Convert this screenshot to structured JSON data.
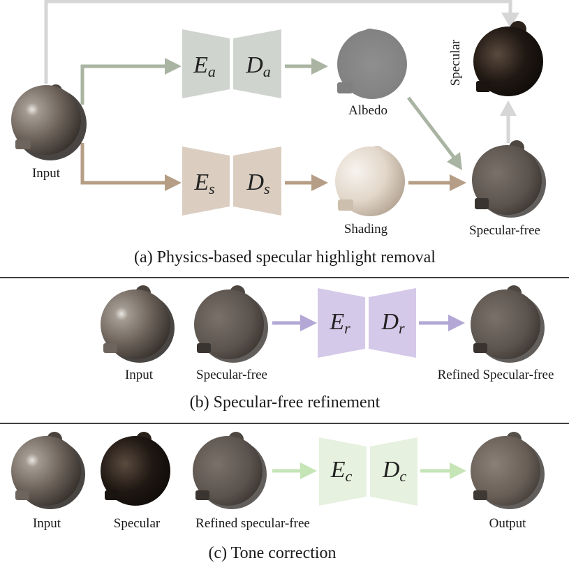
{
  "colors": {
    "albedo_path": "#a9b4a2",
    "shading_path": "#b59e85",
    "gray_path": "#d6d6d6",
    "refine_path": "#b3a7d6",
    "tone_path": "#c6e5b7",
    "net_albedo": "#d0d4cf",
    "net_shading": "#dbcec1",
    "net_refine": "#d5c9e9",
    "net_tone": "#e6f1df",
    "separator": "#000000"
  },
  "panel_a": {
    "caption": "(a) Physics-based specular highlight removal",
    "input_label": "Input",
    "albedo_label": "Albedo",
    "shading_label": "Shading",
    "specular_label": "Specular",
    "specular_free_label": "Specular-free",
    "net_albedo": {
      "enc": "E",
      "enc_sub": "a",
      "dec": "D",
      "dec_sub": "a"
    },
    "net_shading": {
      "enc": "E",
      "enc_sub": "s",
      "dec": "D",
      "dec_sub": "s"
    }
  },
  "panel_b": {
    "caption": "(b) Specular-free refinement",
    "input_label": "Input",
    "specular_free_label": "Specular-free",
    "refined_label": "Refined Specular-free",
    "net": {
      "enc": "E",
      "enc_sub": "r",
      "dec": "D",
      "dec_sub": "r"
    }
  },
  "panel_c": {
    "caption": "(c) Tone correction",
    "input_label": "Input",
    "specular_label": "Specular",
    "refined_label": "Refined specular-free",
    "output_label": "Output",
    "net": {
      "enc": "E",
      "enc_sub": "c",
      "dec": "D",
      "dec_sub": "c"
    }
  }
}
